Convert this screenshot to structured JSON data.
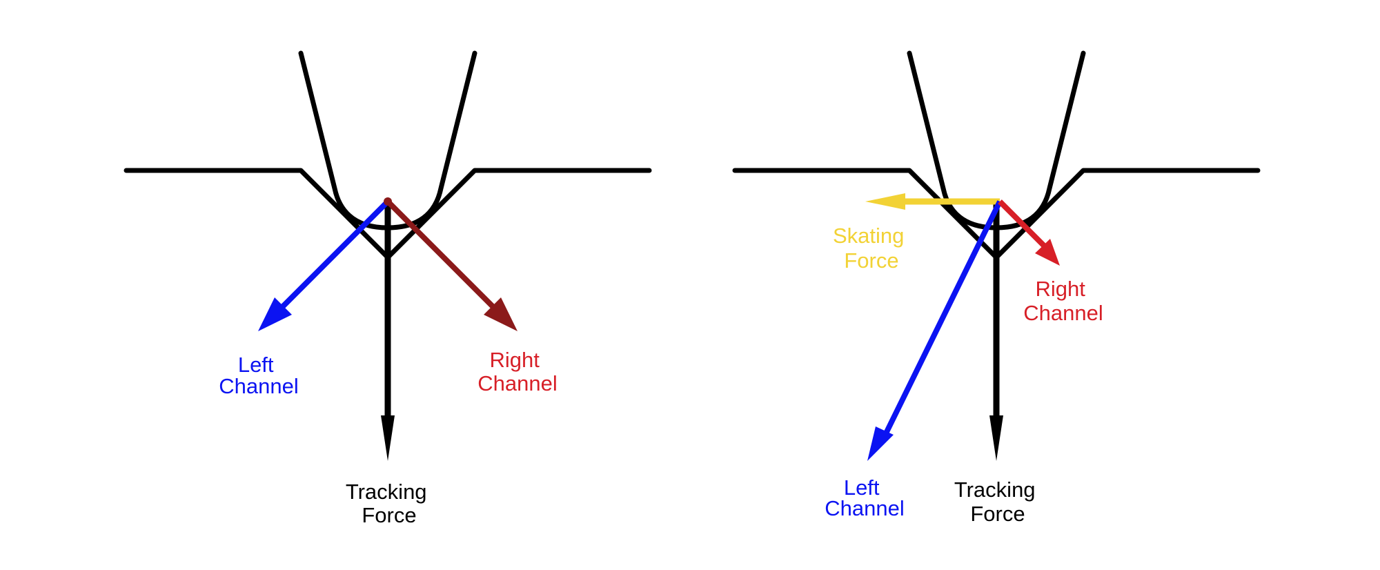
{
  "colors": {
    "structure": "#000000",
    "left_channel": "#0b13f2",
    "right_channel_dark": "#8b1a1a",
    "right_channel": "#d71f27",
    "tracking": "#000000",
    "skating": "#f2d235"
  },
  "panels": [
    {
      "labels": {
        "left": [
          "Left",
          "Channel"
        ],
        "right": [
          "Right",
          "Channel"
        ],
        "tracking": [
          "Tracking",
          "Force"
        ]
      }
    },
    {
      "labels": {
        "skating": [
          "Skating",
          "Force"
        ],
        "right": [
          "Right",
          "Channel"
        ],
        "left": [
          "Left",
          "Channel"
        ],
        "tracking": [
          "Tracking",
          "Force"
        ]
      }
    }
  ]
}
